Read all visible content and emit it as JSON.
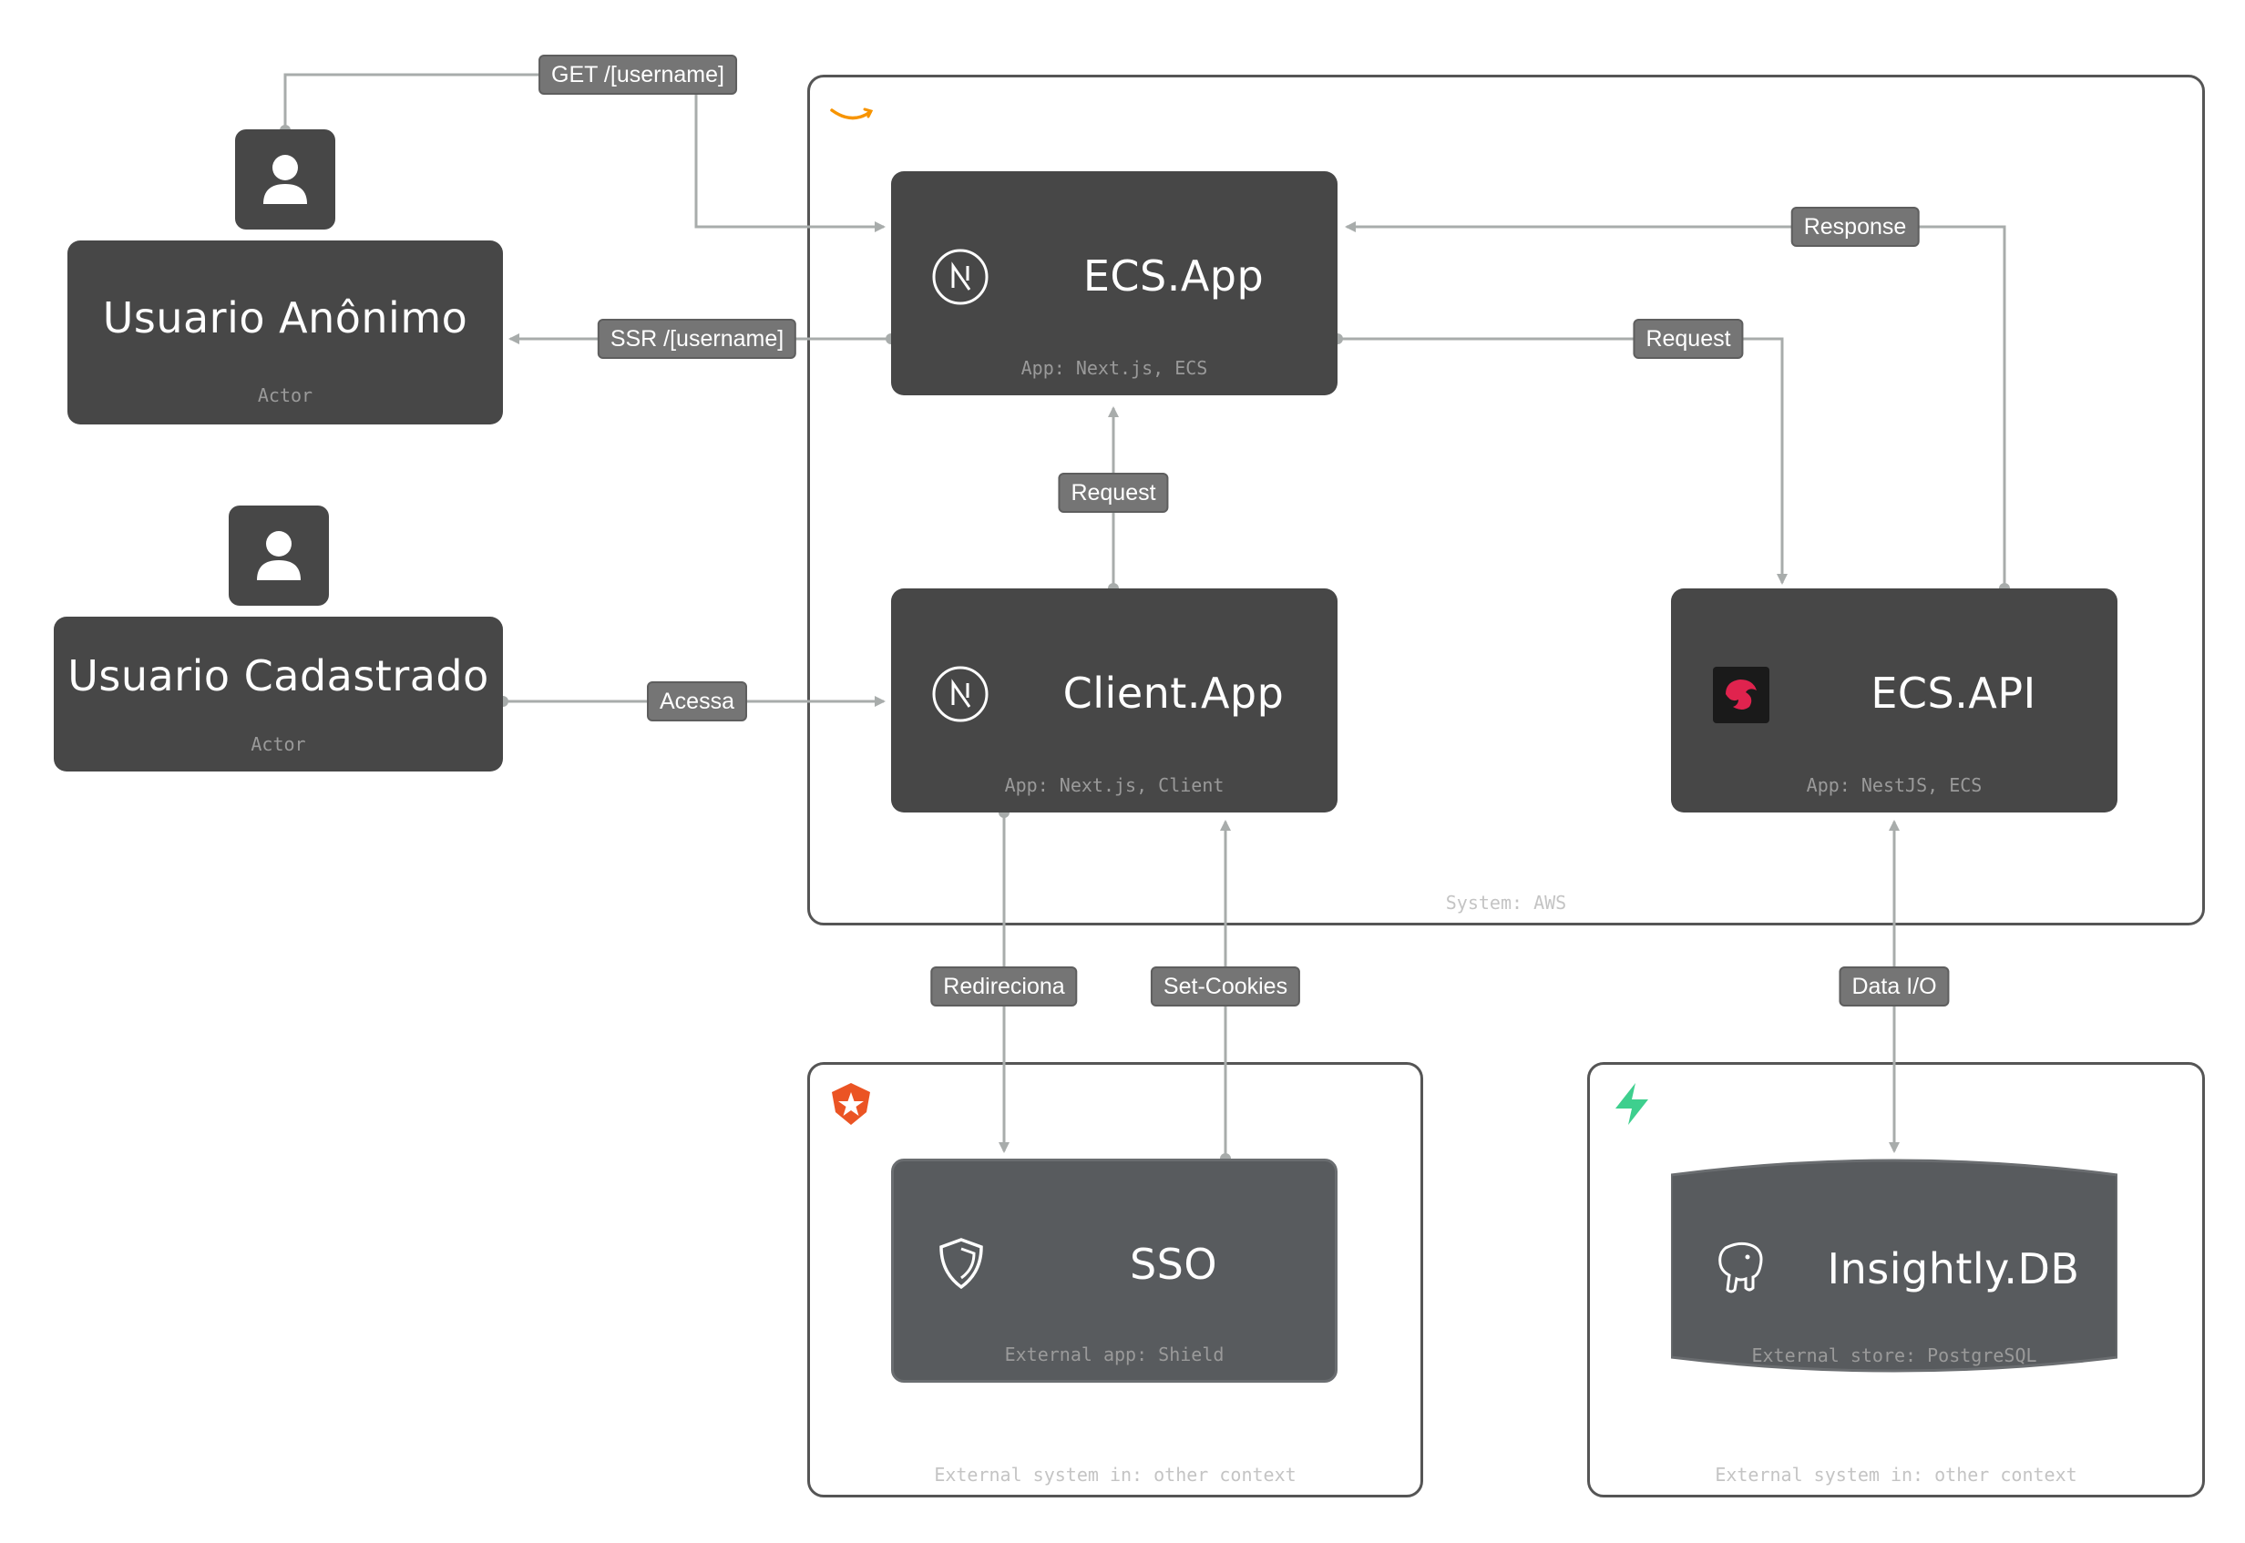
{
  "actors": {
    "anonimo": {
      "title": "Usuario Anônimo",
      "subtitle": "Actor"
    },
    "cadastrado": {
      "title": "Usuario Cadastrado",
      "subtitle": "Actor"
    }
  },
  "system_aws": {
    "label": "System: AWS",
    "icon": "amazon-smile-icon",
    "accent": "#f79400"
  },
  "containers": {
    "ecs_app": {
      "title": "ECS.App",
      "subtitle": "App: Next.js, ECS",
      "icon": "nextjs-icon"
    },
    "client_app": {
      "title": "Client.App",
      "subtitle": "App: Next.js, Client",
      "icon": "nextjs-icon"
    },
    "ecs_api": {
      "title": "ECS.API",
      "subtitle": "App: NestJS, ECS",
      "icon": "nestjs-icon",
      "icon_color": "#e0234e"
    },
    "sso": {
      "title": "SSO",
      "subtitle": "External app: Shield",
      "icon": "shield-icon"
    },
    "db": {
      "title": "Insightly.DB",
      "subtitle": "External store: PostgreSQL",
      "icon": "postgresql-elephant-icon"
    }
  },
  "external_systems": {
    "auth0": {
      "label": "External system in: other context",
      "icon": "auth0-icon",
      "color": "#eb5424"
    },
    "supabase": {
      "label": "External system in: other context",
      "icon": "supabase-icon",
      "color": "#3ecf8e"
    }
  },
  "edges": {
    "get_username": "GET /[username]",
    "ssr_username": "SSR /[username]",
    "response": "Response",
    "request_api": "Request",
    "request_client": "Request",
    "acessa": "Acessa",
    "redireciona": "Redireciona",
    "set_cookies": "Set-Cookies",
    "data_io": "Data I/O"
  },
  "colors": {
    "node_fill": "#474747",
    "external_node_fill": "#585b5e",
    "edge_color": "#a8acab",
    "label_fill": "#757575"
  }
}
